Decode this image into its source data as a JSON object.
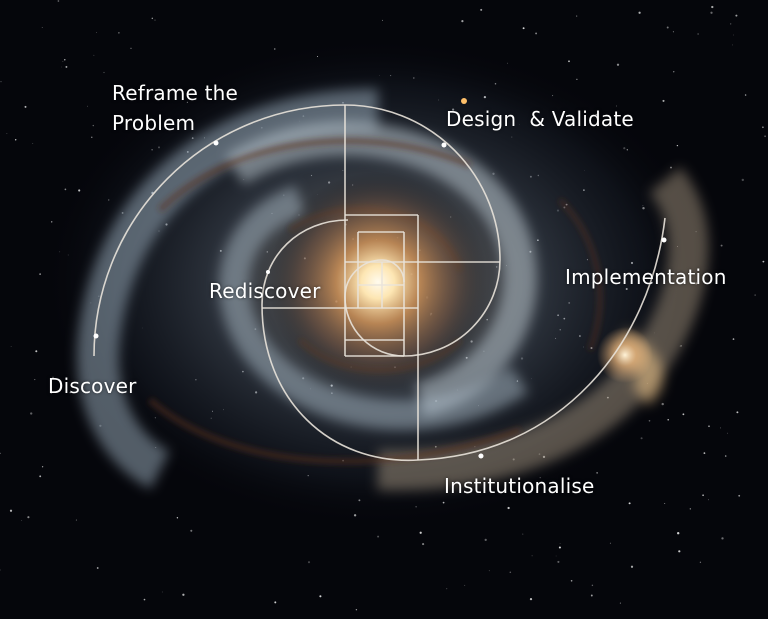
{
  "stages": {
    "reframe": "Reframe the\nProblem",
    "design_validate": "Design  & Validate",
    "rediscover": "Rediscover",
    "implementation": "Implementation",
    "discover": "Discover",
    "institutionalise": "Institutionalise"
  },
  "colors": {
    "background": "#05060b",
    "spiral_line": "#e9e3da",
    "label_text": "#ffffff",
    "galaxy_core": "#fff1cf",
    "galaxy_arm": "#b9c9d6",
    "dust": "#6b3a22"
  }
}
